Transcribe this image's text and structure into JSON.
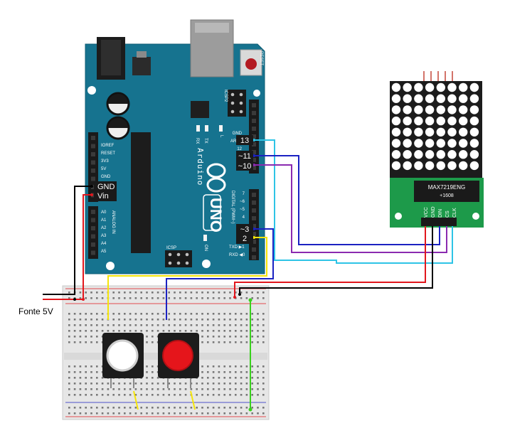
{
  "labels": {
    "power_source": "Fonte 5V",
    "reset": "RESET",
    "icsp2": "ICSP2",
    "icsp": "ICSP",
    "brand": "Arduino",
    "model": "UNO",
    "on": "ON",
    "tx": "TX",
    "rx": "RX",
    "l": "L",
    "digital": "DIGITAL (PWM~)",
    "analog": "ANALOG IN",
    "txd": "TXD ▶1",
    "rxd": "RXD ◀0",
    "aref": "AREF",
    "gnd_top": "GND",
    "pin13_small": "13",
    "pin12": "12",
    "pin_ioref": "IOREF",
    "pin_reset": "RESET",
    "pin_3v3": "3V3",
    "pin_5v": "5V",
    "pin_gnd": "GND",
    "a0": "A0",
    "a1": "A1",
    "a2": "A2",
    "a3": "A3",
    "a4": "A4",
    "a5": "A5",
    "d7": "7",
    "d6": "~6",
    "d5": "~5",
    "d4": "4"
  },
  "callouts": {
    "gnd": "GND",
    "vin": "Vin",
    "pin13": "13",
    "pin11": "~11",
    "pin10": "~10",
    "pin3": "~3",
    "pin2": "2"
  },
  "module": {
    "chip": "MAX7219ENG",
    "chip_code": "+1608",
    "pins": [
      "VCC",
      "GND",
      "DIN",
      "CS",
      "CLK"
    ]
  },
  "colors": {
    "board": "#16738f",
    "wire_black": "#000000",
    "wire_red": "#e2171d",
    "wire_cyan": "#2ec4e6",
    "wire_blue": "#1b22c2",
    "wire_purple": "#8a2ab0",
    "wire_yellow": "#f5e50a",
    "wire_green": "#39d11c",
    "pcb_green": "#1d9a4a"
  }
}
